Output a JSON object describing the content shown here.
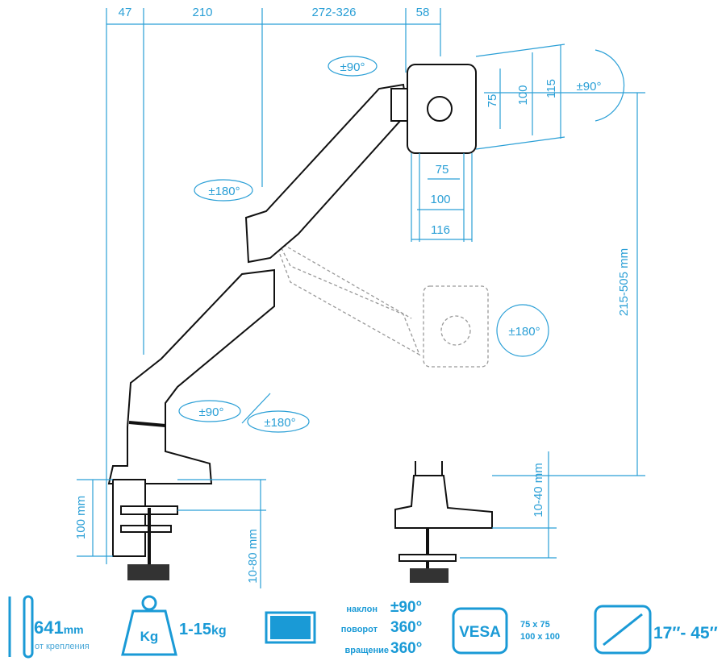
{
  "dimensions": {
    "top": [
      "47",
      "210",
      "272-326",
      "58"
    ],
    "vesa_vertical": [
      "75",
      "100",
      "115"
    ],
    "vesa_horizontal": [
      "75",
      "100",
      "116"
    ],
    "height_range": "215-505 mm",
    "clamp_height": "100 mm",
    "clamp_thickness": "10-80 mm",
    "grommet_thickness": "10-40 mm"
  },
  "rotations": {
    "head_tilt": "±90°",
    "head_rotate_right": "±90°",
    "upper_arm": "±180°",
    "screen_rotate": "±180°",
    "base_swivel": "±90°",
    "lower_arm": "±180°"
  },
  "specs": {
    "reach_value": "641",
    "reach_unit": "mm",
    "reach_caption": "от крепления",
    "weight_icon_label": "Kg",
    "weight_value": "1-15",
    "weight_unit": "kg",
    "motion": [
      {
        "label": "наклон",
        "value": "±90°"
      },
      {
        "label": "поворот",
        "value": "360°"
      },
      {
        "label": "вращение",
        "value": "360°"
      }
    ],
    "vesa_icon_label": "VESA",
    "vesa_sizes": [
      "75 x 75",
      "100 x 100"
    ],
    "screen_size": "17″- 45″"
  },
  "colors": {
    "accent": "#1a9ad6",
    "line": "#111111"
  }
}
